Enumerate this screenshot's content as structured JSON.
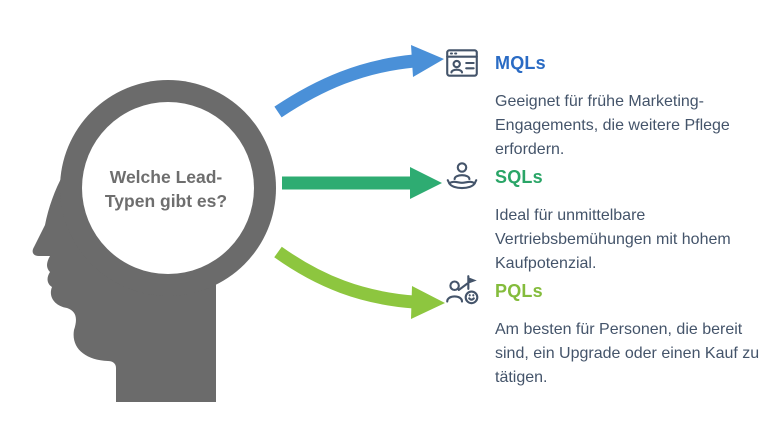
{
  "canvas": {
    "background": "#ffffff"
  },
  "head": {
    "question_line1": "Welche Lead-",
    "question_line2": "Typen gibt es?",
    "color": "#6b6b6b",
    "text_color": "#6e6e6e"
  },
  "items": [
    {
      "label": "MQLs",
      "description": "Geeignet für frühe Marketing-Engagements, die weitere Pflege erfordern.",
      "label_color": "#2a6bc4",
      "arrow_color": "#4a90d8",
      "icon": "browser-user-icon"
    },
    {
      "label": "SQLs",
      "description": "Ideal für unmittelbare Vertriebsbemühungen mit hohem Kaufpotenzial.",
      "label_color": "#2aa567",
      "arrow_color": "#2eac72",
      "icon": "hand-user-icon"
    },
    {
      "label": "PQLs",
      "description": "Am besten für Personen, die bereit sind, ein Upgrade oder einen Kauf zu tätigen.",
      "label_color": "#84bc3c",
      "arrow_color": "#8dc63f",
      "icon": "user-flag-icon"
    }
  ],
  "text_color": "#44546a"
}
